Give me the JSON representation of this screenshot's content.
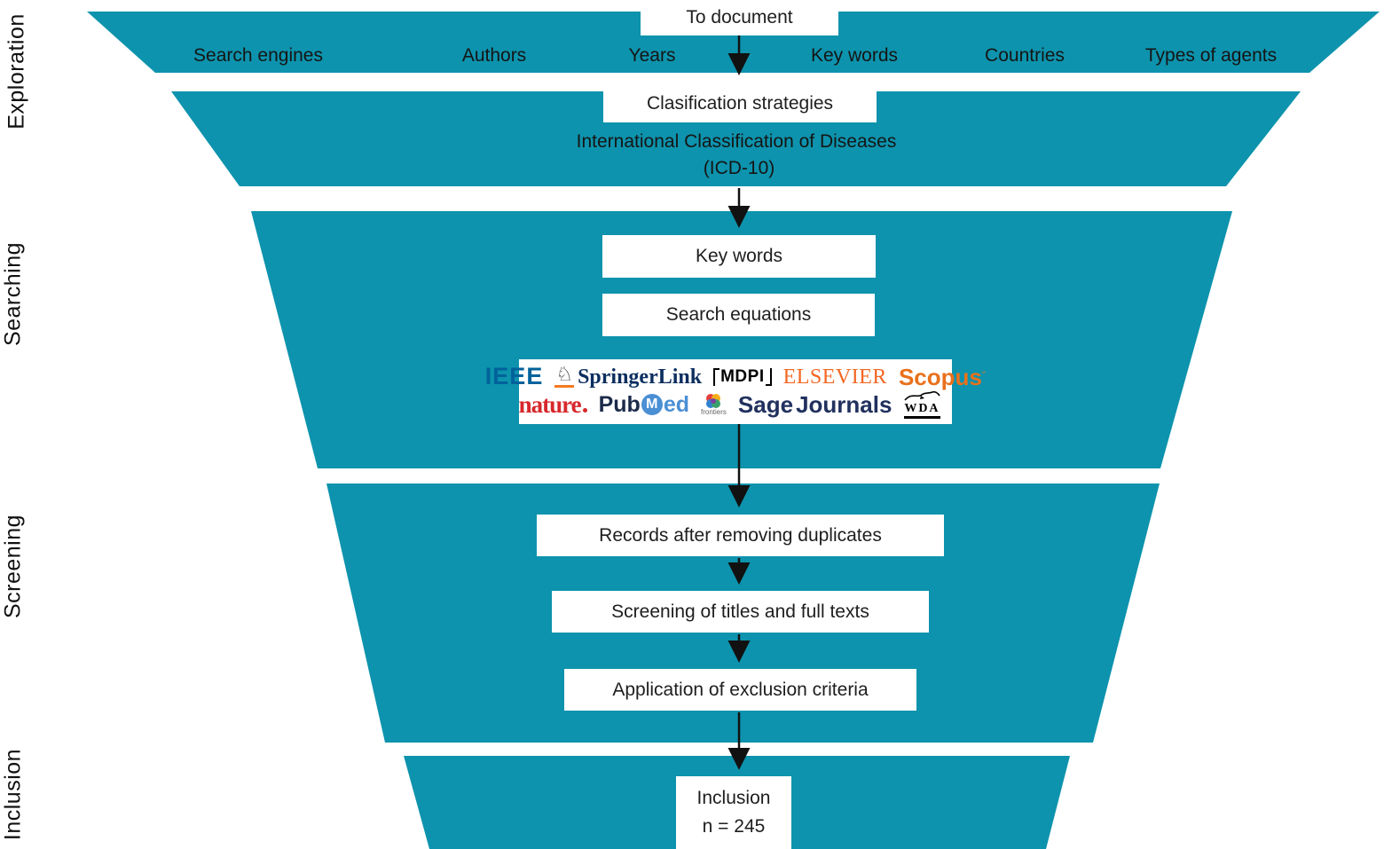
{
  "title": "Systematic review funnel diagram",
  "colors": {
    "funnel_teal": "#0d93ad",
    "text_dark": "#1b1b1b",
    "box_white": "#ffffff",
    "ieee_blue": "#00629b",
    "springer_navy": "#0b2e5f",
    "springer_orange": "#f47b20",
    "elsevier_orange": "#f26722",
    "scopus_orange": "#e9711c",
    "nature_red": "#d7282c",
    "pubmed_navy": "#1c2b4a",
    "pubmed_blue": "#4b8fd4",
    "sage_navy": "#21315e",
    "scholar_blue": "#4274d8",
    "scholar_light_blue": "#7ba7f0"
  },
  "side_labels": [
    {
      "id": "exploration",
      "label": "Exploration"
    },
    {
      "id": "searching",
      "label": "Searching"
    },
    {
      "id": "screening",
      "label": "Screening"
    },
    {
      "id": "inclusion",
      "label": "Inclusion"
    }
  ],
  "exploration": {
    "to_document": "To document",
    "facets": [
      "Search engines",
      "Authors",
      "Years",
      "Key words",
      "Countries",
      "Types of agents"
    ],
    "classification_box": "Clasification strategies",
    "icd_line1": "International Classification of Diseases",
    "icd_line2": "(ICD-10)"
  },
  "searching": {
    "key_words_box": "Key words",
    "search_equations_box": "Search equations",
    "logos": {
      "ieee": "IEEE",
      "springer_link": "SpringerLink",
      "mdpi": "MDPI",
      "elsevier": "ELSEVIER",
      "scopus": "Scopus",
      "nature": "nature",
      "pubmed_pub": "Pub",
      "pubmed_m": "M",
      "pubmed_ed": "ed",
      "frontiers": "frontiers",
      "sage": "Sage",
      "journals": "Journals",
      "wda": "WDA"
    },
    "icons": {
      "springer_horse": "chess-knight",
      "frontiers_mark": "pinwheel",
      "wda_bird": "bird-sketch",
      "google_scholar": "graduation-cap"
    }
  },
  "screening": {
    "steps": [
      "Records after removing duplicates",
      "Screening of titles and full texts",
      "Application of exclusion criteria"
    ]
  },
  "inclusion": {
    "label": "Inclusion",
    "count": "n = 245"
  }
}
